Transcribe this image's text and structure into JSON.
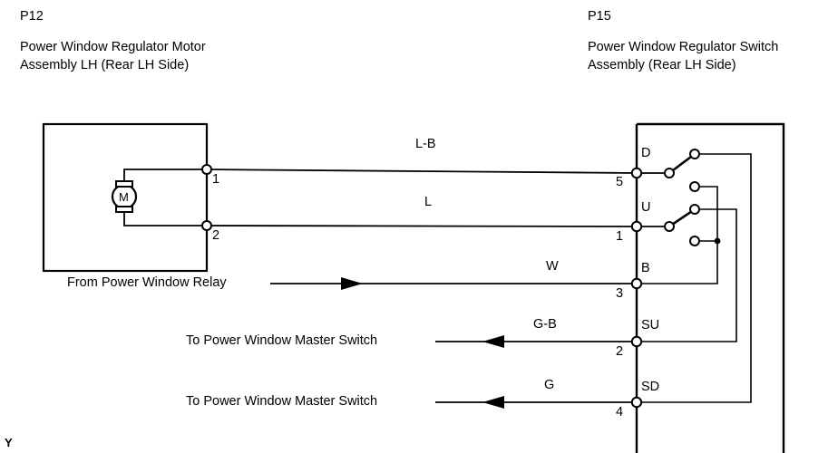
{
  "diagram": {
    "type": "wiring-diagram",
    "corner_mark": "Y",
    "components": [
      {
        "id": "P12",
        "code": "P12",
        "name_line1": "Power Window Regulator Motor",
        "name_line2": "Assembly LH (Rear LH Side)",
        "symbol": "motor",
        "symbol_letter": "M",
        "terminals": [
          {
            "number": "1",
            "letter": ""
          },
          {
            "number": "2",
            "letter": ""
          }
        ]
      },
      {
        "id": "P15",
        "code": "P15",
        "name_line1": "Power Window Regulator Switch",
        "name_line2": "Assembly (Rear LH Side)",
        "symbol": "switch",
        "terminals": [
          {
            "number": "5",
            "letter": "D"
          },
          {
            "number": "1",
            "letter": "U"
          },
          {
            "number": "3",
            "letter": "B"
          },
          {
            "number": "2",
            "letter": "SU"
          },
          {
            "number": "4",
            "letter": "SD"
          }
        ]
      }
    ],
    "wires": [
      {
        "label": "L-B",
        "from": "P12-1",
        "to": "P15-5-D"
      },
      {
        "label": "L",
        "from": "P12-2",
        "to": "P15-1-U"
      },
      {
        "label": "W",
        "from": "From Power Window Relay",
        "to": "P15-3-B",
        "direction": "right"
      },
      {
        "label": "G-B",
        "from": "P15-2-SU",
        "to": "To Power Window Master Switch",
        "direction": "left"
      },
      {
        "label": "G",
        "from": "P15-4-SD",
        "to": "To Power Window Master Switch",
        "direction": "left"
      }
    ],
    "annotations": [
      {
        "text": "From Power Window Relay",
        "arrow": "right"
      },
      {
        "text": "To Power Window Master Switch",
        "arrow": "left"
      },
      {
        "text": "To Power Window Master Switch",
        "arrow": "left"
      }
    ]
  },
  "labels": {
    "p12_code": "P12",
    "p12_name1": "Power Window Regulator Motor",
    "p12_name2": "Assembly LH (Rear LH Side)",
    "p15_code": "P15",
    "p15_name1": "Power Window Regulator Switch",
    "p15_name2": "Assembly (Rear LH Side)",
    "motor_letter": "M",
    "term_m1": "1",
    "term_m2": "2",
    "term_d_letter": "D",
    "term_d_num": "5",
    "term_u_letter": "U",
    "term_u_num": "1",
    "term_b_letter": "B",
    "term_b_num": "3",
    "term_su_letter": "SU",
    "term_su_num": "2",
    "term_sd_letter": "SD",
    "term_sd_num": "4",
    "wire_lb": "L-B",
    "wire_l": "L",
    "wire_w": "W",
    "wire_gb": "G-B",
    "wire_g": "G",
    "note_relay": "From Power Window Relay",
    "note_master1": "To Power Window Master Switch",
    "note_master2": "To Power Window Master Switch",
    "corner_y": "Y"
  },
  "colors": {
    "line": "#000000",
    "background": "#ffffff",
    "text": "#000000"
  }
}
